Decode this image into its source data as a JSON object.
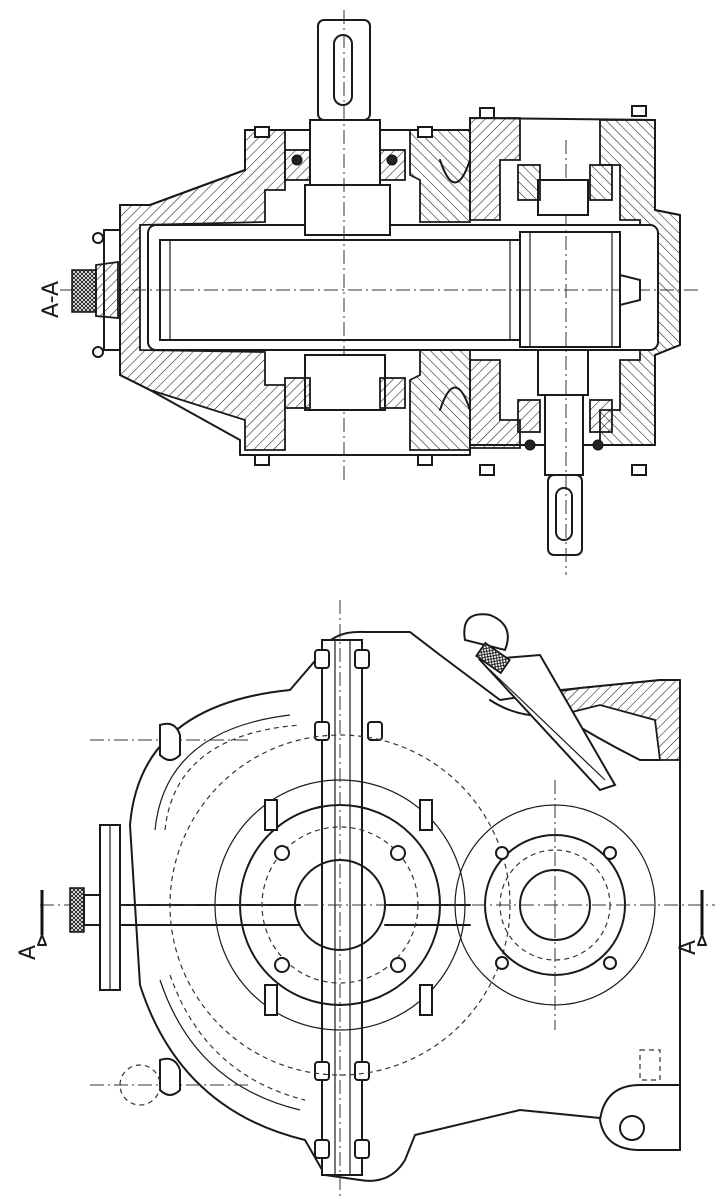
{
  "labels": {
    "section_title": "A-A",
    "cut_mark_left": "A",
    "cut_mark_right": "A"
  },
  "colors": {
    "ink": "#1a1a1a",
    "paper": "#ffffff"
  }
}
